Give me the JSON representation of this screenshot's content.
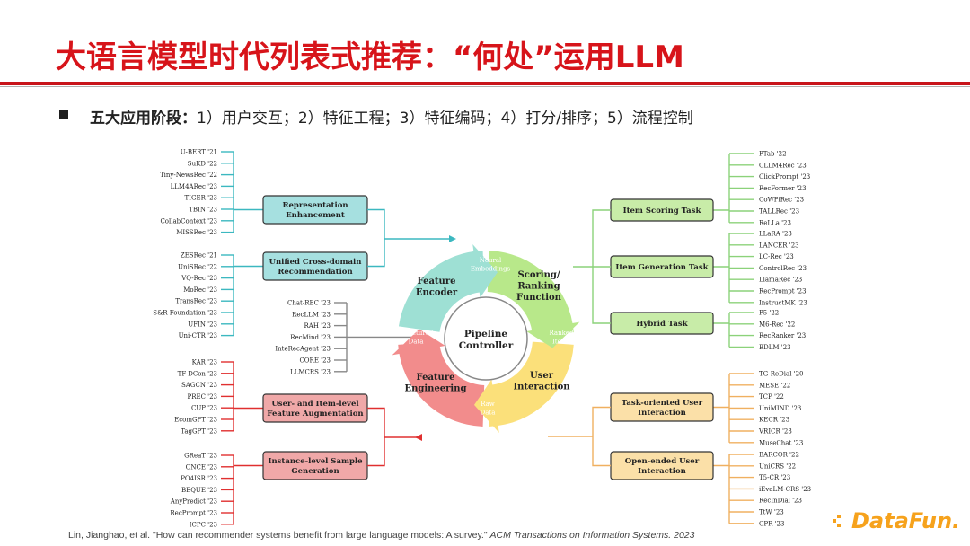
{
  "title": "大语言模型时代列表式推荐：“何处”运用LLM",
  "bullet": {
    "head": "五大应用阶段：",
    "body": "1）用户交互；2）特征工程；3）特征编码；4）打分/排序；5）流程控制"
  },
  "colors": {
    "title": "#d7141a",
    "teal": "#3cb8c0",
    "red": "#e03030",
    "green": "#8cd27a",
    "orange": "#f0b060",
    "gray": "#888888"
  },
  "diagram": {
    "left_top_groups": [
      {
        "box": "Representation Enhancement",
        "box_lines": [
          "Representation",
          "Enhancement"
        ],
        "items": [
          "U-BERT '21",
          "SuKD '22",
          "Tiny-NewsRec '22",
          "LLM4ARec '23",
          "TIGER '23",
          "TBIN '23",
          "CollabContext '23",
          "MISSRec '23"
        ]
      },
      {
        "box": "Unified Cross-domain Recommendation",
        "box_lines": [
          "Unified Cross-domain",
          "Recommendation"
        ],
        "items": [
          "ZESRec '21",
          "UniSRec '22",
          "VQ-Rec '23",
          "MoRec '23",
          "TransRec '23",
          "S&R Foundation '23",
          "UFIN '23",
          "Uni-CTR '23"
        ]
      }
    ],
    "left_bottom_groups": [
      {
        "box": "User- and Item-level Feature Augmentation",
        "box_lines": [
          "User- and Item-level",
          "Feature Augmentation"
        ],
        "items": [
          "KAR '23",
          "TF-DCon '23",
          "SAGCN '23",
          "PREC '23",
          "CUP '23",
          "EcomGPT '23",
          "TagGPT '23"
        ]
      },
      {
        "box": "Instance-level Sample Generation",
        "box_lines": [
          "Instance-level Sample",
          "Generation"
        ],
        "items": [
          "GReaT '23",
          "ONCE '23",
          "PO4ISR '23",
          "BEQUE '23",
          "AnyPredict '23",
          "RecPrompt '23",
          "ICPC '23"
        ]
      }
    ],
    "controller_items": [
      "Chat-REC '23",
      "RecLLM '23",
      "RAH '23",
      "RecMind '23",
      "InteRecAgent '23",
      "CORE '23",
      "LLMCRS '23"
    ],
    "right_top_groups": [
      {
        "box": "Item Scoring Task",
        "items": [
          "PTab '22",
          "CLLM4Rec '23",
          "ClickPrompt '23",
          "RecFormer '23",
          "CoWPiRec '23",
          "TALLRec '23",
          "ReLLa '23"
        ]
      },
      {
        "box": "Item Generation Task",
        "items": [
          "LLaRA '23",
          "LANCER '23",
          "LC-Rec '23",
          "ControlRec '23",
          "LlamaRec '23",
          "RecPrompt '23",
          "InstructMK '23"
        ]
      },
      {
        "box": "Hybrid Task",
        "items": [
          "P5 '22",
          "M6-Rec '22",
          "RecRanker '23",
          "BDLM '23"
        ]
      }
    ],
    "right_bottom_groups": [
      {
        "box": "Task-oriented User Interaction",
        "box_lines": [
          "Task-oriented User",
          "Interaction"
        ],
        "items": [
          "TG-ReDial '20",
          "MESE '22",
          "TCP '22",
          "UniMIND '23",
          "KECR '23",
          "VRICR '23",
          "MuseChat '23"
        ]
      },
      {
        "box": "Open-ended User Interaction",
        "box_lines": [
          "Open-ended User",
          "Interaction"
        ],
        "items": [
          "BARCOR '22",
          "UniCRS '22",
          "T5-CR '23",
          "iEvaLM-CRS '23",
          "RecInDial '23",
          "TtW '23",
          "CPR '23"
        ]
      }
    ],
    "cycle": {
      "center": [
        "Pipeline",
        "Controller"
      ],
      "feature_encoder": [
        "Feature",
        "Encoder"
      ],
      "scoring": [
        "Scoring/",
        "Ranking",
        "Function"
      ],
      "user_interaction": [
        "User",
        "Interaction"
      ],
      "feature_engineering": [
        "Feature",
        "Engineering"
      ],
      "neural_embeddings": [
        "Neural",
        "Embeddings"
      ],
      "ranked_items": [
        "Ranked",
        "Items"
      ],
      "raw_data": [
        "Raw",
        "Data"
      ],
      "structured_data": [
        "Structured",
        "Data"
      ]
    }
  },
  "footer": {
    "text": "Lin, Jianghao, et al. \"How can recommender systems benefit from large language models: A survey.\" ",
    "italic": "ACM Transactions on Information Systems. 2023"
  },
  "logo": {
    "text": "DataFun."
  }
}
